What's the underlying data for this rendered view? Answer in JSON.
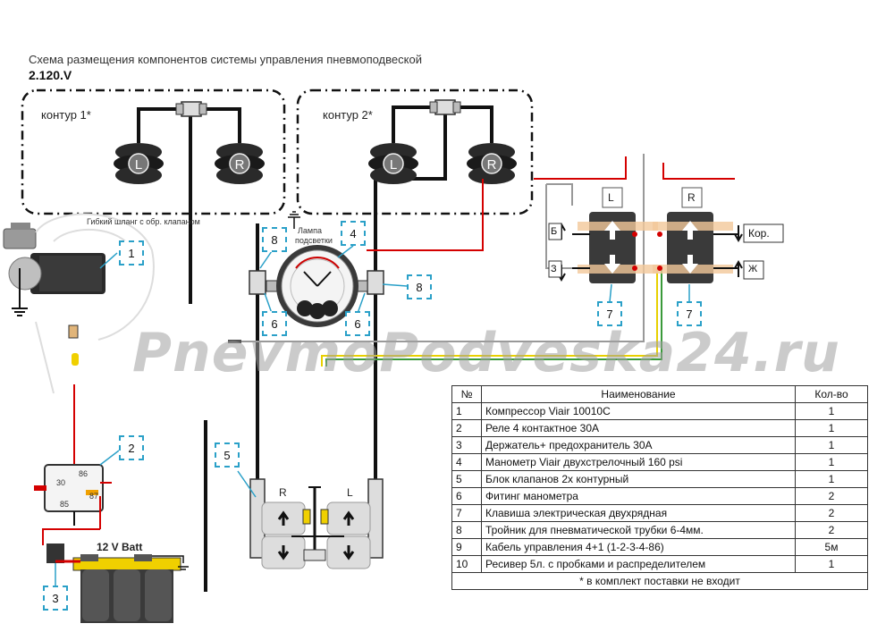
{
  "header": {
    "title": "Схема размещения компонентов системы управления пневмоподвеской",
    "subtitle": "2.120.V"
  },
  "circuits": {
    "circuit1_label": "контур 1*",
    "circuit2_label": "контур 2*",
    "bag_left_letter": "L",
    "bag_right_letter": "R"
  },
  "labels": {
    "hose_note": "Гибкий шланг с обр. клапаном",
    "lamp_line1": "Лампа",
    "lamp_line2": "подсветки",
    "battery": "12 V Batt",
    "relay_pin_30": "30",
    "relay_pin_86": "86",
    "relay_pin_87": "87",
    "relay_pin_85": "85",
    "valve_block_R": "R",
    "valve_block_L": "L",
    "switch_L": "L",
    "switch_R": "R",
    "key_b": "Б",
    "key_z": "З",
    "key_kor": "Кор.",
    "key_zh": "Ж",
    "watermark": "PnevmoPodveska24.ru"
  },
  "callouts": {
    "c1": "1",
    "c2": "2",
    "c3": "3",
    "c4": "4",
    "c5": "5",
    "c6a": "6",
    "c6b": "6",
    "c7a": "7",
    "c7b": "7",
    "c8a": "8",
    "c8b": "8"
  },
  "colors": {
    "accent_callout": "#2aa0c8",
    "wire_red": "#d40000",
    "wire_yellow": "#e8d000",
    "wire_green": "#3a9a3a",
    "hose": "#111111"
  },
  "table": {
    "headers": [
      "№",
      "Наименование",
      "Кол-во"
    ],
    "rows": [
      [
        "1",
        "Компрессор Viair 10010C",
        "1"
      ],
      [
        "2",
        "Реле 4 контактное 30А",
        "1"
      ],
      [
        "3",
        "Держатель+ предохранитель 30А",
        "1"
      ],
      [
        "4",
        "Манометр Viair двухстрелочный 160 psi",
        "1"
      ],
      [
        "5",
        "Блок клапанов 2х контурный",
        "1"
      ],
      [
        "6",
        "Фитинг манометра",
        "2"
      ],
      [
        "7",
        "Клавиша электрическая двухрядная",
        "2"
      ],
      [
        "8",
        "Тройник для пневматической трубки 6-4мм.",
        "2"
      ],
      [
        "9",
        "Кабель управления 4+1 (1-2-3-4-86)",
        "5м"
      ],
      [
        "10",
        "Ресивер 5л. с пробками и распределителем",
        "1"
      ]
    ],
    "footnote": "* в комплект поставки не входит"
  }
}
